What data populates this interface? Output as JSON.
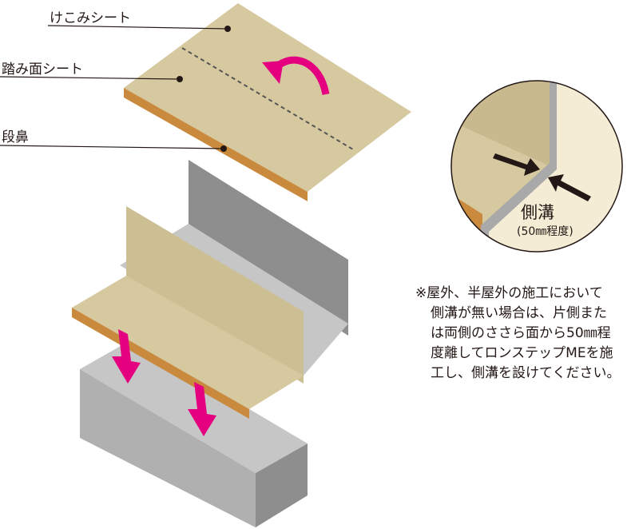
{
  "labels": {
    "riser_sheet": "けこみシート",
    "tread_sheet": "踏み面シート",
    "nosing": "段鼻"
  },
  "detail": {
    "title": "側溝",
    "subtitle": "(50㎜程度)"
  },
  "note": {
    "lines": [
      "※屋外、半屋外の施工において",
      "側溝が無い場合は、片側また",
      "は両側のささら面から50㎜程",
      "度離してロンステップMEを施",
      "工し、側溝を設けてください。"
    ]
  },
  "colors": {
    "sheet": "#d6c9a0",
    "nosing": "#c98a3e",
    "arrow": "#e4007f",
    "gray_light": "#c6c6c6",
    "gray_dark": "#8e8e8e"
  }
}
